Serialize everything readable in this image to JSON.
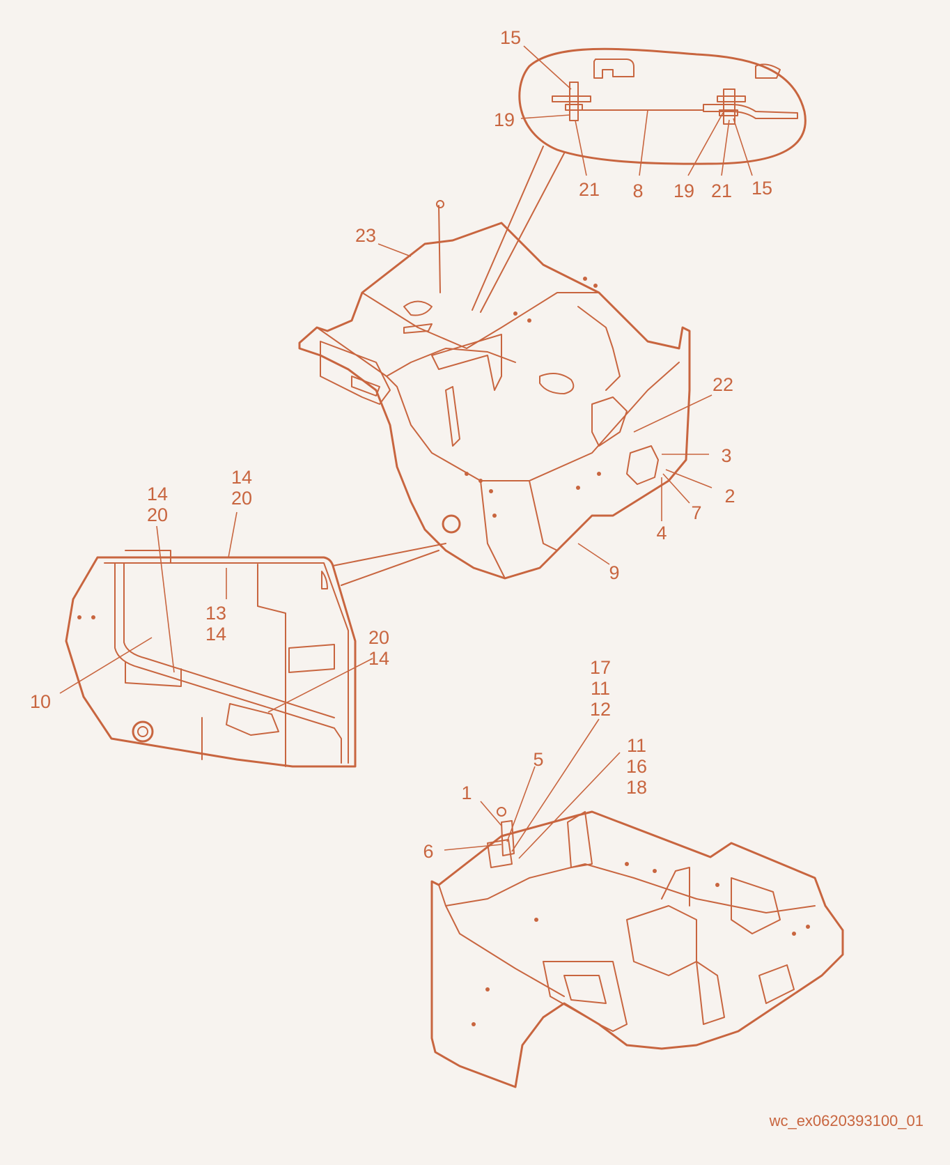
{
  "accent_color": "#c8653f",
  "background_color": "#f7f3ef",
  "callouts": [
    {
      "id": "c-15-top",
      "text": "15"
    },
    {
      "id": "c-19-left",
      "text": "19"
    },
    {
      "id": "c-21-left",
      "text": "21"
    },
    {
      "id": "c-8",
      "text": "8"
    },
    {
      "id": "c-19-right",
      "text": "19"
    },
    {
      "id": "c-21-right",
      "text": "21"
    },
    {
      "id": "c-15-right",
      "text": "15"
    },
    {
      "id": "c-23",
      "text": "23"
    },
    {
      "id": "c-22",
      "text": "22"
    },
    {
      "id": "c-3",
      "text": "3"
    },
    {
      "id": "c-2",
      "text": "2"
    },
    {
      "id": "c-7",
      "text": "7"
    },
    {
      "id": "c-4",
      "text": "4"
    },
    {
      "id": "c-9",
      "text": "9"
    },
    {
      "id": "c-14-20-left",
      "text": "14\n20"
    },
    {
      "id": "c-14-20-top",
      "text": "14\n20"
    },
    {
      "id": "c-13-14",
      "text": "13\n14"
    },
    {
      "id": "c-20-14",
      "text": "20\n14"
    },
    {
      "id": "c-10",
      "text": "10"
    },
    {
      "id": "c-17-11-12",
      "text": "17\n11\n12"
    },
    {
      "id": "c-11-16-18",
      "text": "11\n16\n18"
    },
    {
      "id": "c-5",
      "text": "5"
    },
    {
      "id": "c-1",
      "text": "1"
    },
    {
      "id": "c-6",
      "text": "6"
    }
  ],
  "drawing_code": "wc_ex0620393100_01"
}
